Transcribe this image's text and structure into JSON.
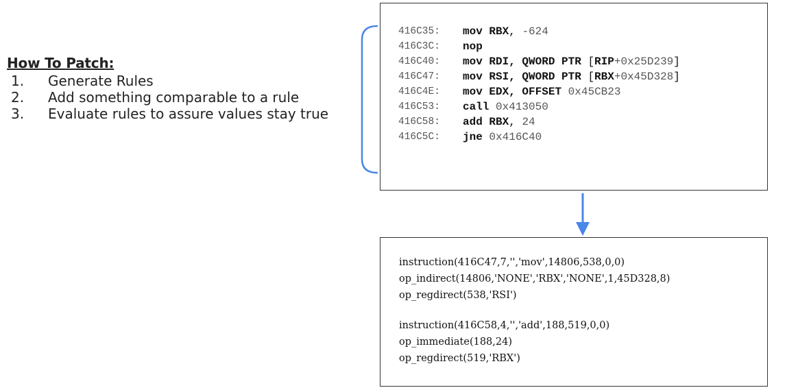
{
  "patch": {
    "title": "How To Patch:",
    "steps": [
      {
        "num": "1.",
        "text": "Generate Rules"
      },
      {
        "num": "2.",
        "text": "Add something comparable to a rule"
      },
      {
        "num": "3.",
        "text": "Evaluate rules to assure values stay true"
      }
    ]
  },
  "assembly": {
    "lines": [
      {
        "addr": "416C35:",
        "mnemonic": "mov",
        "pre": " ",
        "reg": "RBX",
        "post": ", ",
        "lit": "-624",
        "tail": ""
      },
      {
        "addr": "416C3C:",
        "mnemonic": "nop",
        "pre": "",
        "reg": "",
        "post": "",
        "lit": "",
        "tail": ""
      },
      {
        "addr": "416C40:",
        "mnemonic": "mov",
        "pre": " ",
        "reg": "RDI, QWORD PTR",
        "post": " [",
        "reg2": "RIP",
        "lit": "+0x25D239",
        "tail": "]"
      },
      {
        "addr": "416C47:",
        "mnemonic": "mov",
        "pre": " ",
        "reg": "RSI, QWORD PTR",
        "post": " [",
        "reg2": "RBX",
        "lit": "+0x45D328",
        "tail": "]"
      },
      {
        "addr": "416C4E:",
        "mnemonic": "mov",
        "pre": " ",
        "reg": "EDX, OFFSET",
        "post": " ",
        "lit": "0x45CB23",
        "tail": ""
      },
      {
        "addr": "416C53:",
        "mnemonic": "call",
        "pre": " ",
        "reg": "",
        "post": "",
        "lit": "0x413050",
        "tail": ""
      },
      {
        "addr": "416C58:",
        "mnemonic": "add",
        "pre": " ",
        "reg": "RBX",
        "post": ", ",
        "lit": "24",
        "tail": ""
      },
      {
        "addr": "416C5C:",
        "mnemonic": "jne",
        "pre": " ",
        "reg": "",
        "post": "",
        "lit": "0x416C40",
        "tail": ""
      }
    ]
  },
  "rules": {
    "group1": [
      "instruction(416C47,7,'','mov',14806,538,0,0)",
      "op_indirect(14806,'NONE','RBX','NONE',1,45D328,8)",
      "op_regdirect(538,'RSI')"
    ],
    "group2": [
      "instruction(416C58,4,'','add',188,519,0,0)",
      "op_immediate(188,24)",
      "op_regdirect(519,'RBX')"
    ]
  },
  "colors": {
    "accent": "#4a86e8",
    "border": "#333333"
  }
}
